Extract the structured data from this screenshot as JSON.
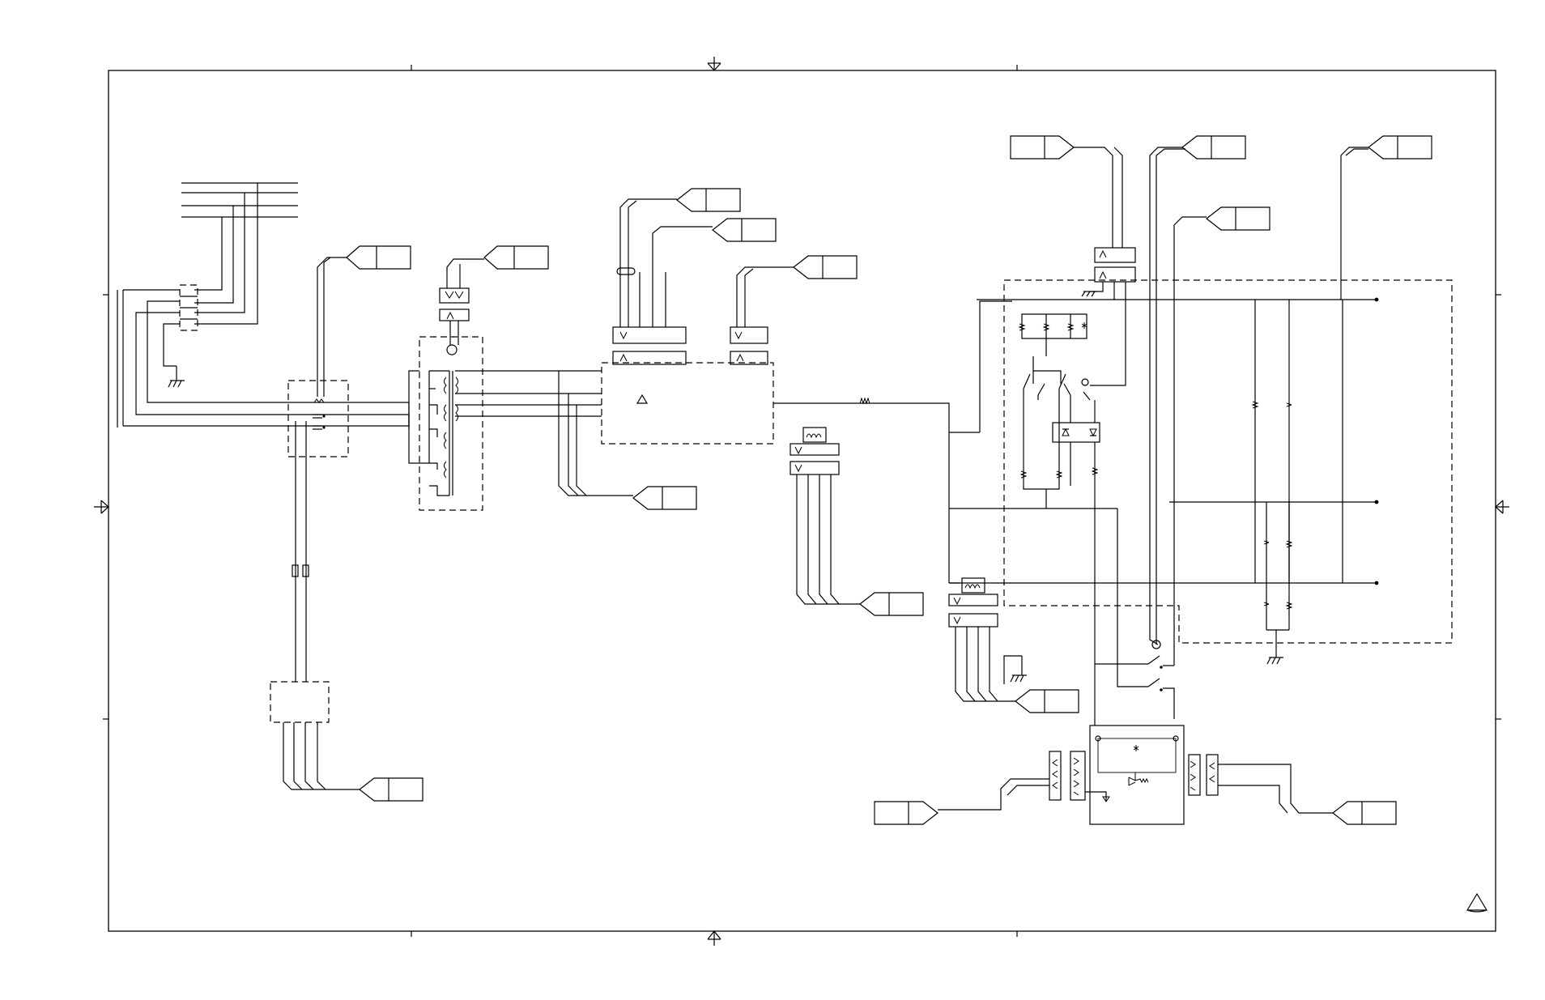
{
  "diagram": {
    "kind": "wiring-schematic",
    "border_zones": {
      "columns": 4,
      "rows": 3
    },
    "connector_tags": [
      {
        "id": "tag-top-left-1"
      },
      {
        "id": "tag-top-left-2"
      },
      {
        "id": "tag-top-mid-1"
      },
      {
        "id": "tag-top-mid-2"
      },
      {
        "id": "tag-top-mid-3"
      },
      {
        "id": "tag-mid-1"
      },
      {
        "id": "tag-mid-2"
      },
      {
        "id": "tag-mid-3"
      },
      {
        "id": "tag-bottom-left"
      },
      {
        "id": "tag-bottom-mid"
      },
      {
        "id": "tag-bottom-right"
      },
      {
        "id": "tag-top-right-1"
      },
      {
        "id": "tag-top-right-2"
      },
      {
        "id": "tag-top-right-3"
      },
      {
        "id": "tag-top-right-4"
      }
    ],
    "warning_marks": 2
  }
}
